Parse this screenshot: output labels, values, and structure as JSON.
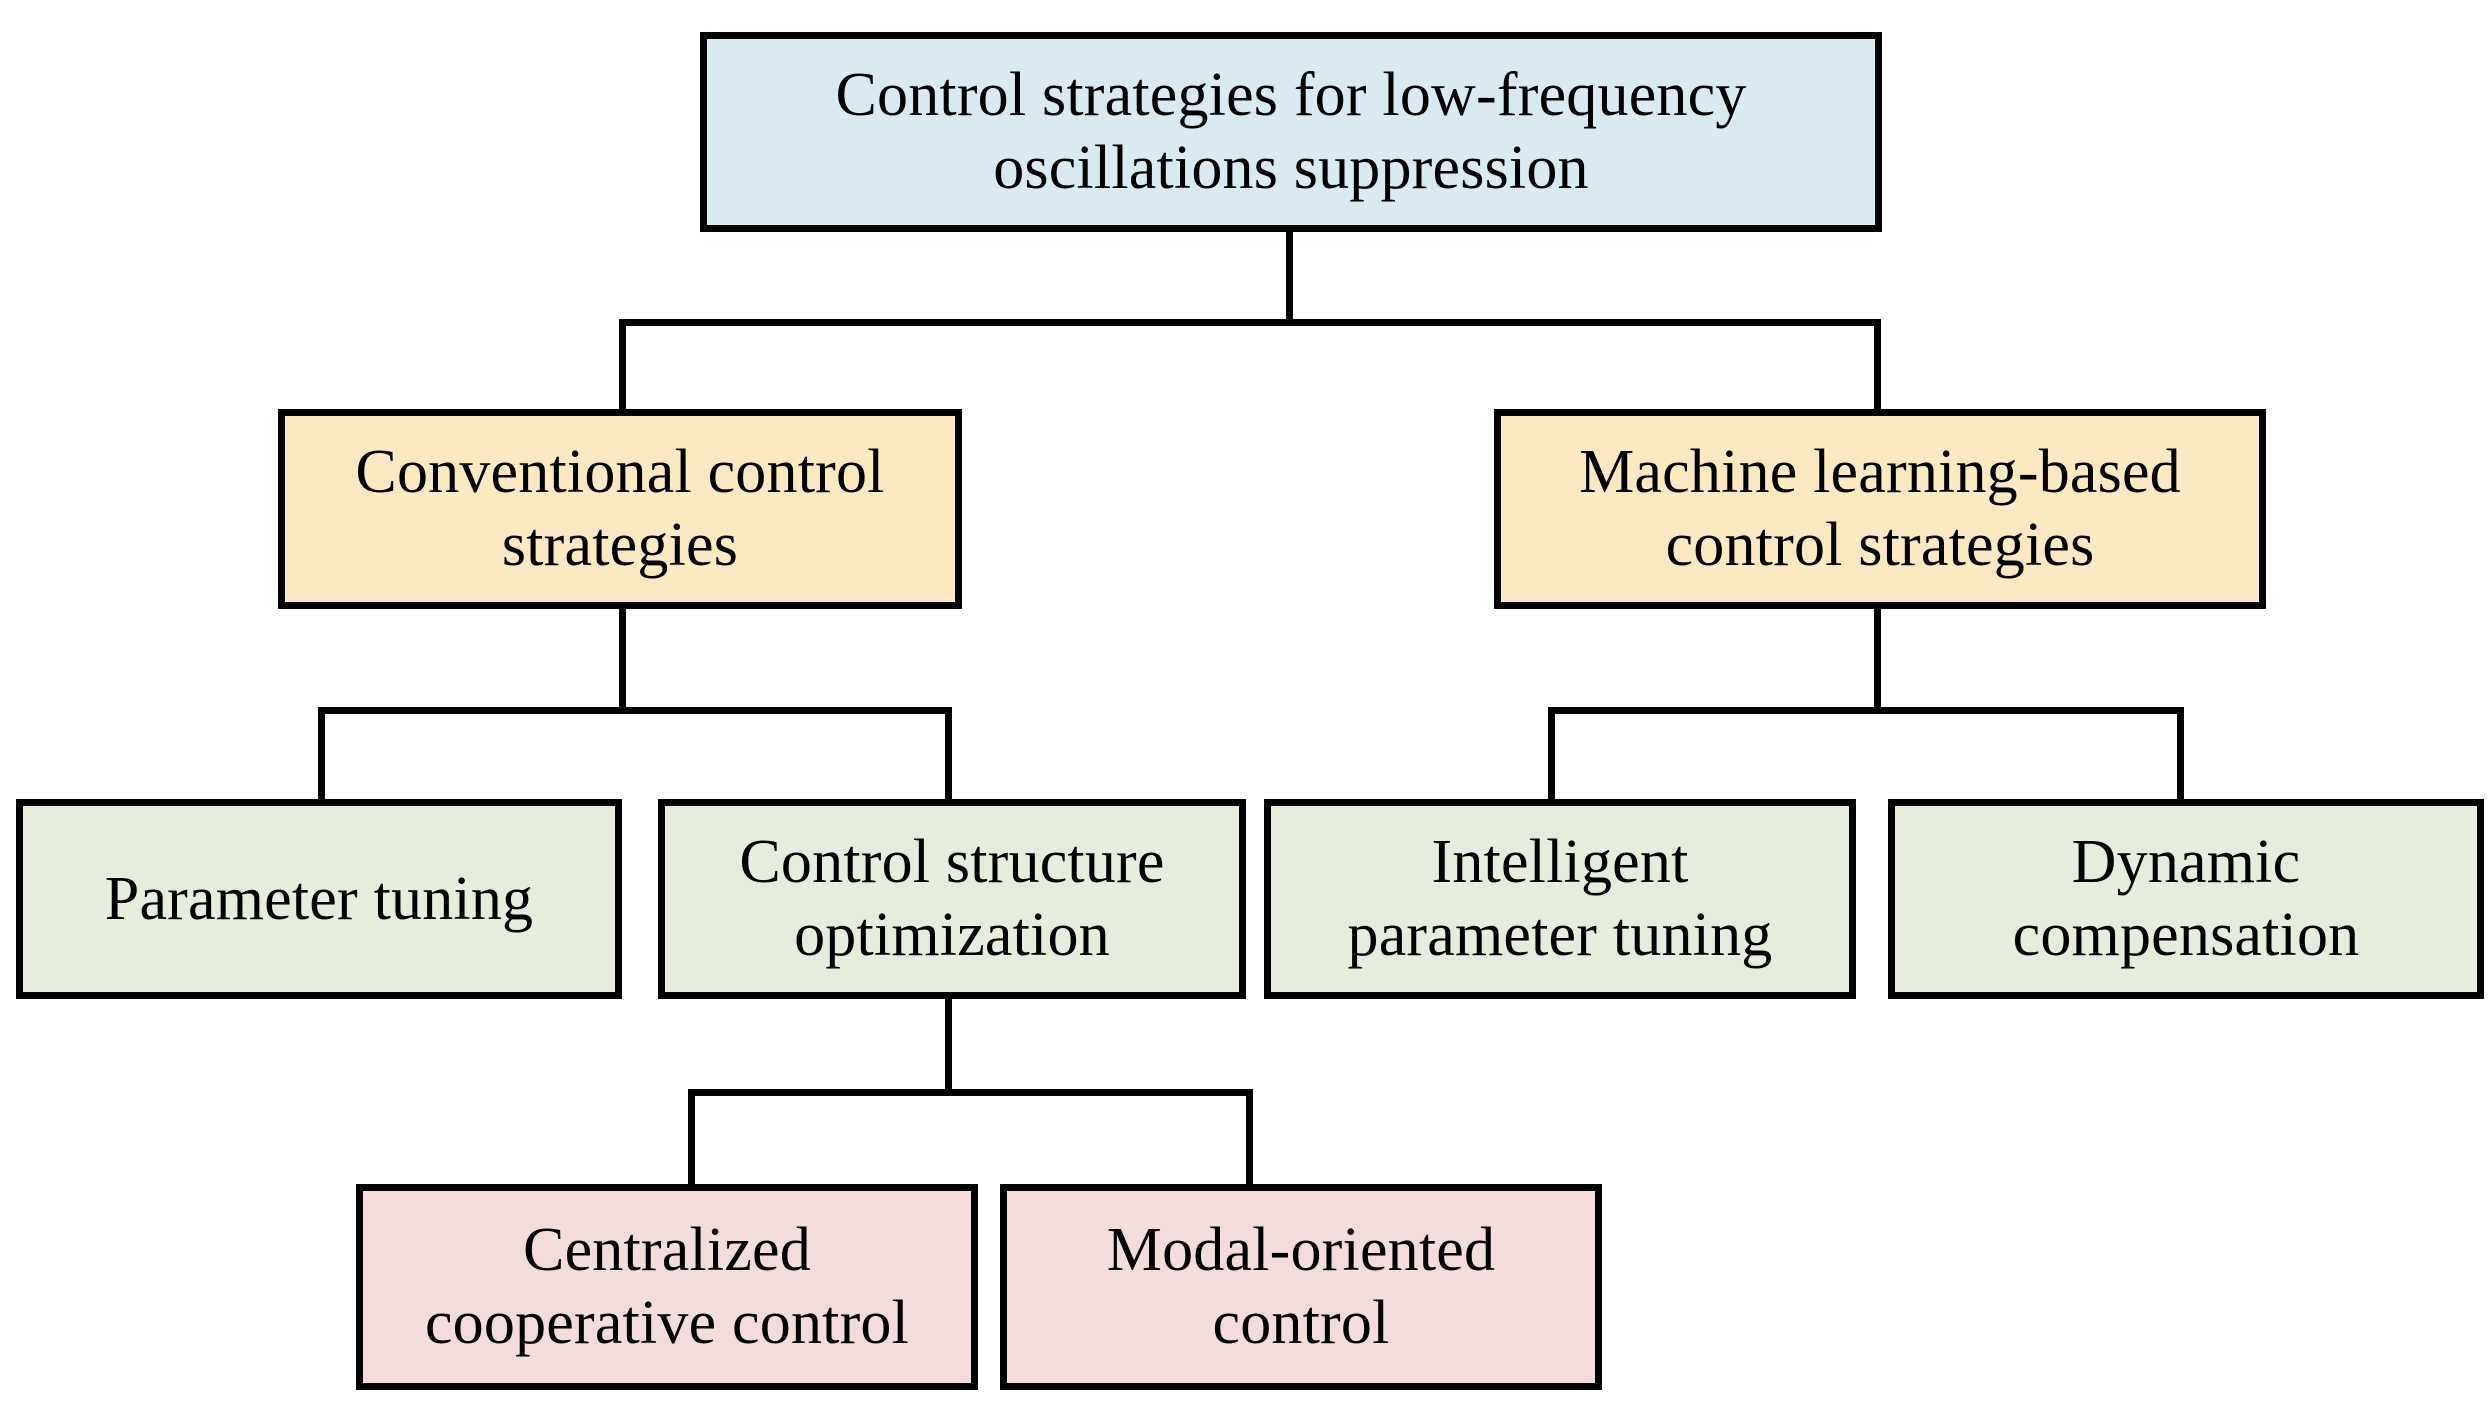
{
  "diagram": {
    "title": "Control strategies for low-frequency oscillations suppression",
    "type": "hierarchy-tree",
    "orientation": "top-down",
    "palette": {
      "level1_fill": "#d9eaf1",
      "level2_fill": "#fbe9c1",
      "level3_fill": "#e7eddc",
      "level4_fill": "#f2dcdc",
      "border": "#000000",
      "background": "#ffffff",
      "text": "#000000"
    },
    "nodes": {
      "root": {
        "label": "Control strategies for low-frequency\noscillations suppression",
        "level": 1
      },
      "conventional": {
        "label": "Conventional control\nstrategies",
        "level": 2
      },
      "ml_based": {
        "label": "Machine learning-based\ncontrol strategies",
        "level": 2
      },
      "parameter_tuning": {
        "label": "Parameter tuning",
        "level": 3
      },
      "control_structure_optimization": {
        "label": "Control structure\noptimization",
        "level": 3
      },
      "intelligent_parameter_tuning": {
        "label": "Intelligent\nparameter tuning",
        "level": 3
      },
      "dynamic_compensation": {
        "label": "Dynamic\ncompensation",
        "level": 3
      },
      "centralized_cooperative_control": {
        "label": "Centralized\ncooperative control",
        "level": 4
      },
      "modal_oriented_control": {
        "label": "Modal-oriented\ncontrol",
        "level": 4
      }
    },
    "edges": [
      {
        "from": "root",
        "to": "conventional"
      },
      {
        "from": "root",
        "to": "ml_based"
      },
      {
        "from": "conventional",
        "to": "parameter_tuning"
      },
      {
        "from": "conventional",
        "to": "control_structure_optimization"
      },
      {
        "from": "ml_based",
        "to": "intelligent_parameter_tuning"
      },
      {
        "from": "ml_based",
        "to": "dynamic_compensation"
      },
      {
        "from": "control_structure_optimization",
        "to": "centralized_cooperative_control"
      },
      {
        "from": "control_structure_optimization",
        "to": "modal_oriented_control"
      }
    ]
  }
}
